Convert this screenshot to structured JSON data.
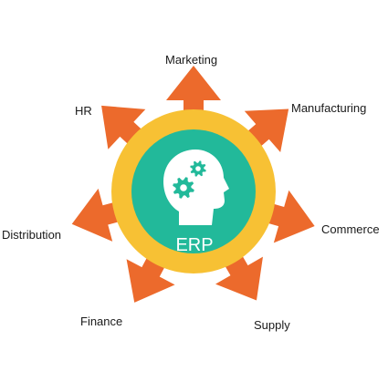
{
  "center": {
    "label": "ERP",
    "icon": "head-gears-icon"
  },
  "modules": [
    {
      "id": "marketing",
      "label": "Marketing"
    },
    {
      "id": "manufacturing",
      "label": "Manufacturing"
    },
    {
      "id": "commerce",
      "label": "Commerce"
    },
    {
      "id": "supply",
      "label": "Supply"
    },
    {
      "id": "finance",
      "label": "Finance"
    },
    {
      "id": "distribution",
      "label": "Distribution"
    },
    {
      "id": "hr",
      "label": "HR"
    }
  ],
  "colors": {
    "arrow": "#ec6a2c",
    "ring": "#f7c134",
    "hub": "#22b99a",
    "head": "#ffffff",
    "gear": "#22b99a",
    "label_text": "#1a1a1a"
  }
}
